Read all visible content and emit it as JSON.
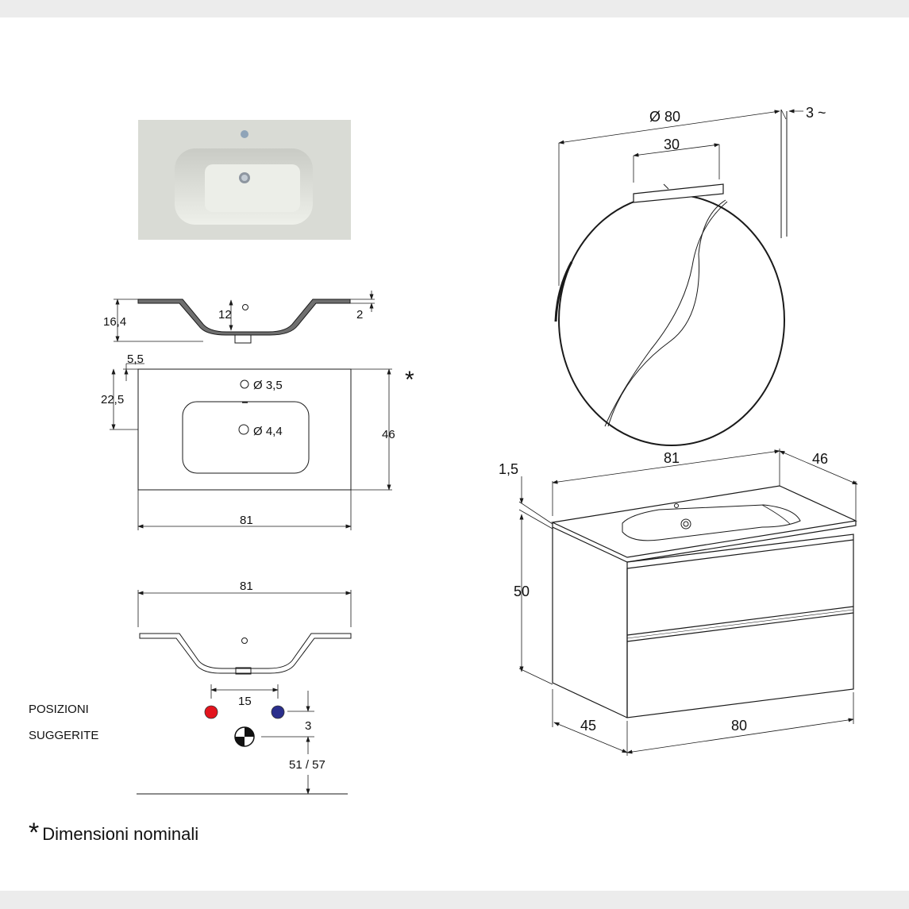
{
  "colors": {
    "basin_photo": "#d9dbd5",
    "line": "#1a1a1a",
    "hot_tap": "#e3141d",
    "cold_tap": "#2a2e8c"
  },
  "icons": [
    "drain-symbol-icon",
    "tap-hole-icon"
  ],
  "basin": {
    "section_height": "16,4",
    "bowl_depth": "12",
    "rim_thickness": "2",
    "hole_offset": "5,5",
    "hole_distance": "22,5",
    "tap_hole": "Ø 3,5",
    "drain_hole": "Ø 4,4",
    "depth": "46",
    "width_top": "81",
    "width_front": "81",
    "asterisk": "*"
  },
  "taps": {
    "label_line1": "POSIZIONI",
    "label_line2": "SUGGERITE",
    "spacing": "15",
    "vertical_offset": "3",
    "height": "51 / 57"
  },
  "mirror": {
    "diameter": "Ø 80",
    "lamp_width": "30",
    "wall_gap": "3 ~"
  },
  "cabinet": {
    "top_width": "81",
    "top_depth": "46",
    "top_thickness": "1,5",
    "height": "50",
    "depth": "45",
    "width": "80"
  },
  "footnote": {
    "marker": "*",
    "text": "Dimensioni nominali"
  }
}
